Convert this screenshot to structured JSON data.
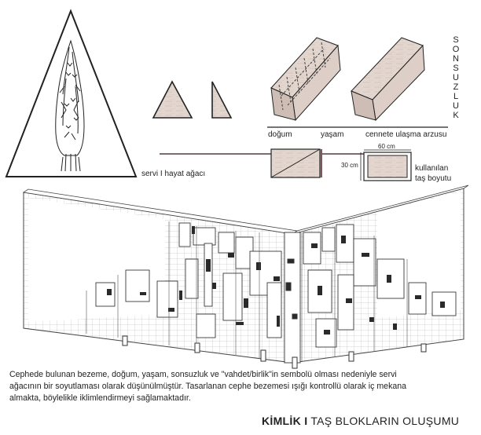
{
  "labels": {
    "tree": "servi I hayat ağacı",
    "dogum": "doğum",
    "yasam": "yaşam",
    "cennet": "cennete ulaşma arzusu",
    "sonsuzluk": [
      "S",
      "O",
      "N",
      "S",
      "U",
      "Z",
      "L",
      "U",
      "K"
    ],
    "dim_width": "60 cm",
    "dim_height": "30 cm",
    "stone_line1": "kullanılan",
    "stone_line2": "taş boyutu"
  },
  "caption": {
    "line1": "Cephede bulunan bezeme, doğum, yaşam, sonsuzluk ve \"vahdet/birlik\"in sembolü olması nedeniyle servi",
    "line2": "ağacının bir soyutlaması olarak düşünülmüştür. Tasarlanan cephe bezemesi ışığı kontrollü olarak iç mekana",
    "line3": "almakta, böylelikle iklimlendirmeyi sağlamaktadır."
  },
  "title": {
    "bold": "KİMLİK I",
    "rest": "TAŞ BLOKLARIN OLUŞUMU"
  },
  "colors": {
    "stone": "#e3d6cf",
    "stone_dark": "#cdbdb4",
    "line": "#333333",
    "accent_bar": "#7a5a5e"
  }
}
